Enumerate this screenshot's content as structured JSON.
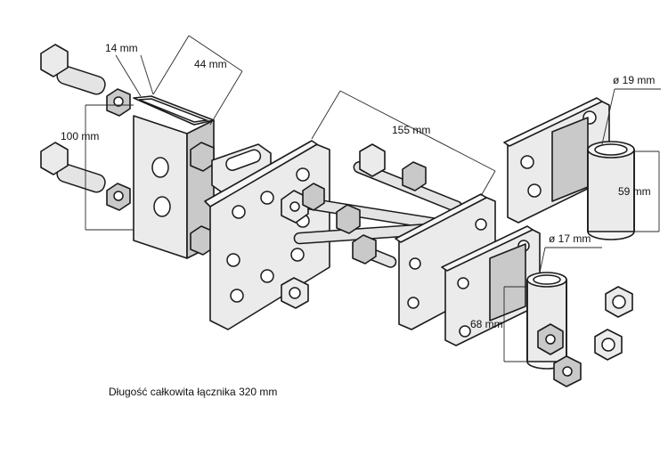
{
  "dimensions": {
    "clamp_width": "14 mm",
    "clamp_depth": "44 mm",
    "clamp_height": "100 mm",
    "bolt_span": "155 mm",
    "large_pipe_diameter": "ø 19 mm",
    "large_pipe_height": "59 mm",
    "small_pipe_diameter": "ø 17 mm",
    "small_pipe_height": "68 mm"
  },
  "caption": "Długość całkowita łącznika 320 mm",
  "colors": {
    "line": "#1a1a1a",
    "fill": "#ebebeb",
    "background": "#ffffff"
  }
}
